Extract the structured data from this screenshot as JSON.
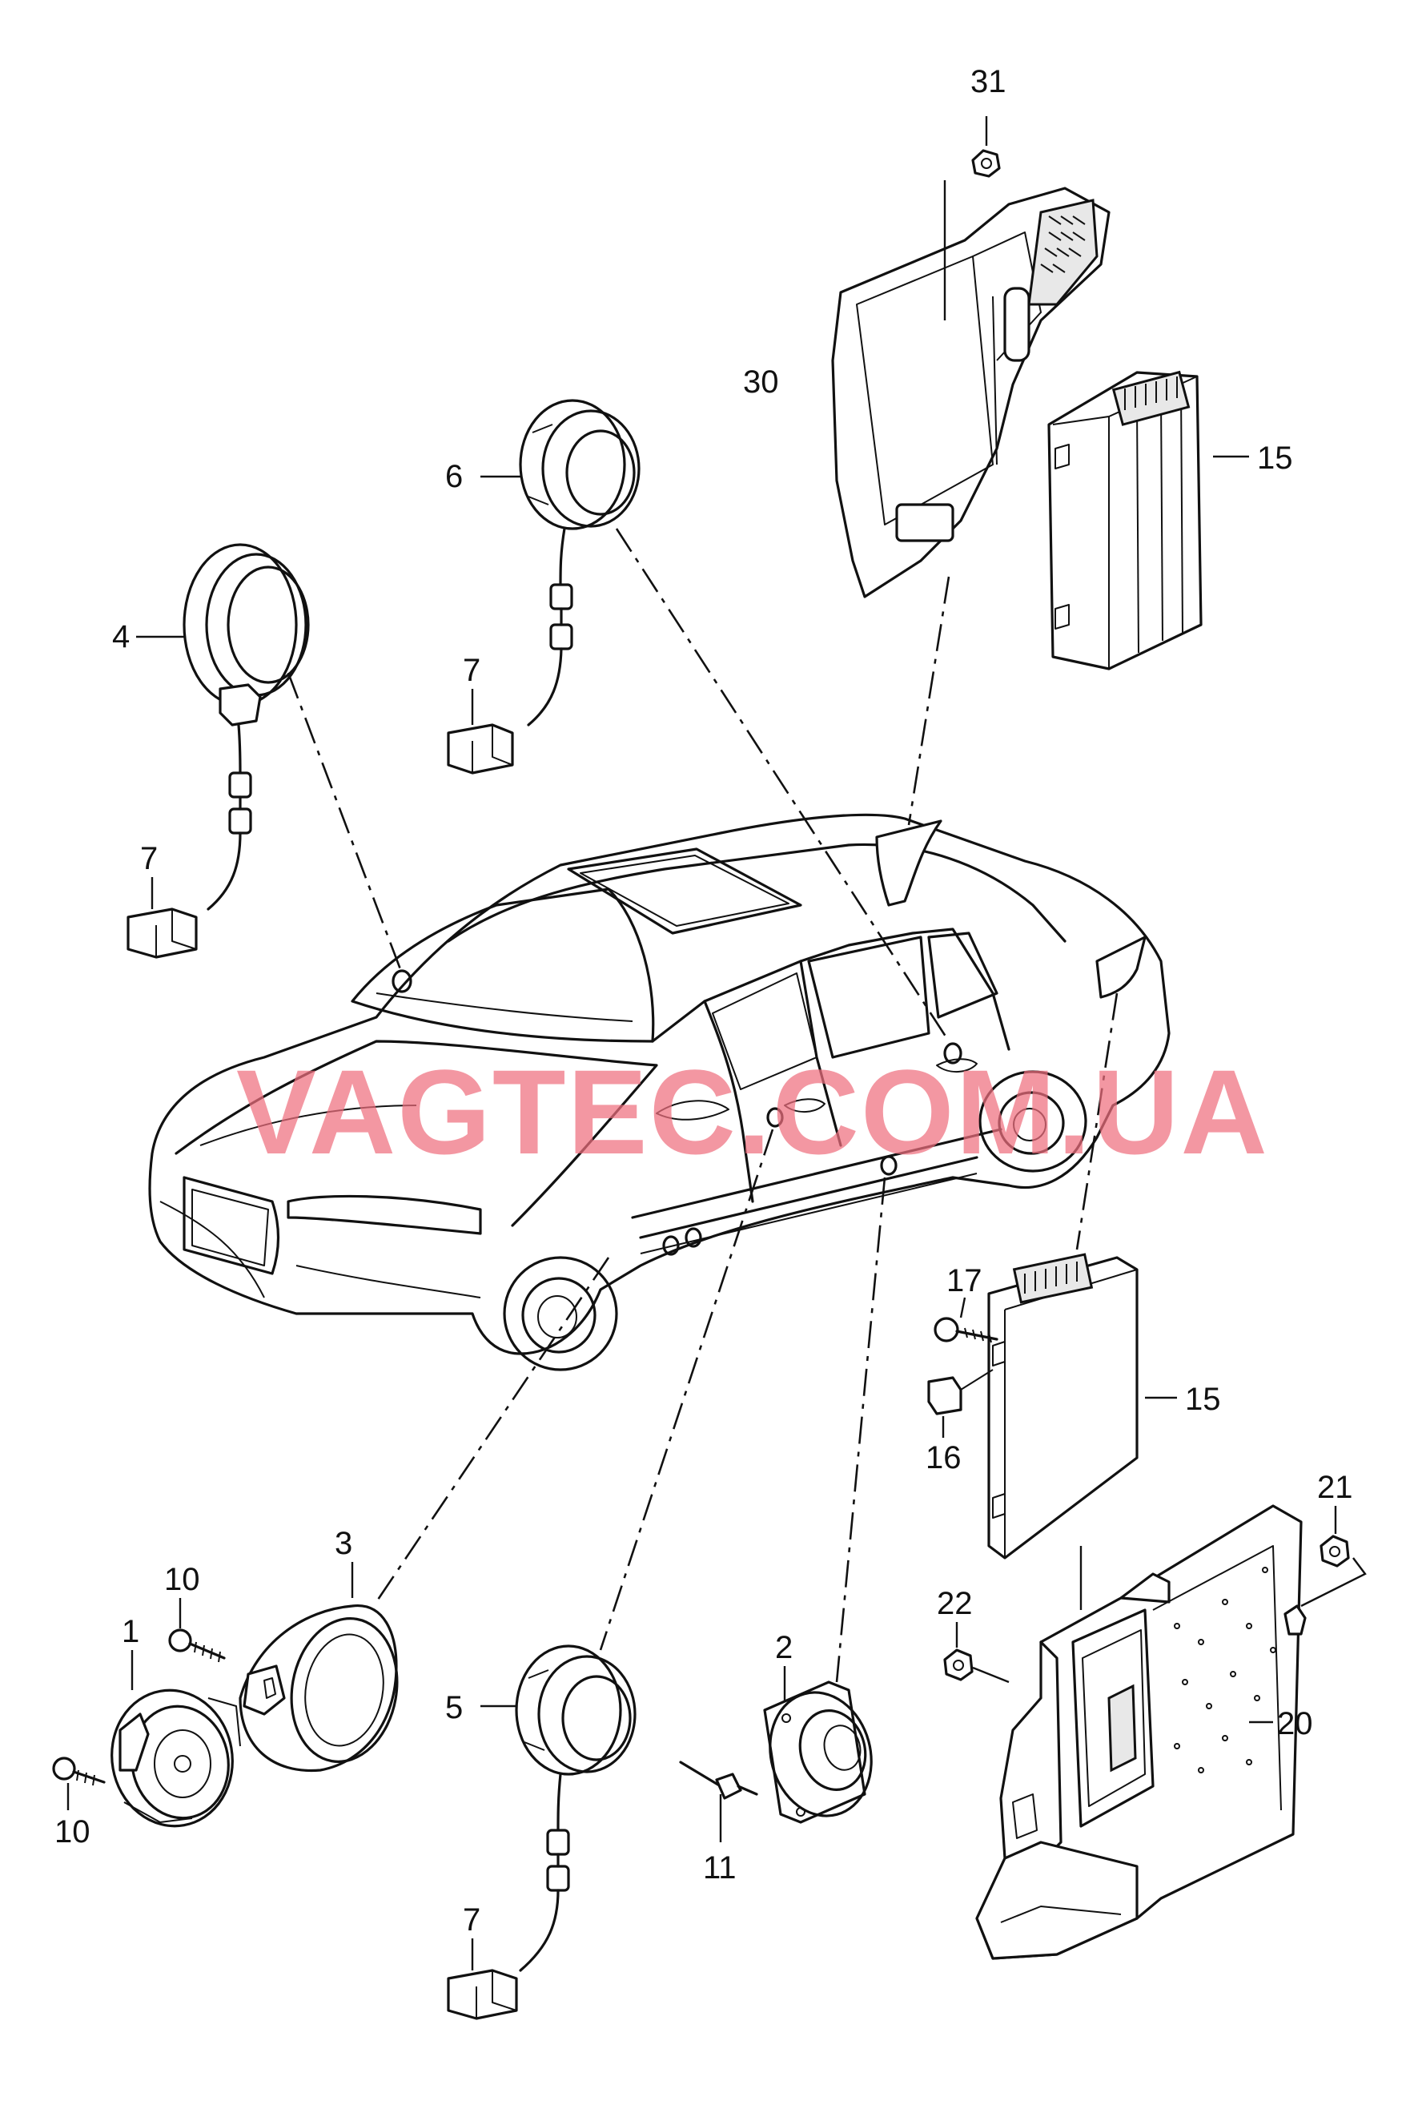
{
  "watermark": "VAGTEC.COM.UA",
  "callouts": {
    "c31": "31",
    "c30": "30",
    "c15a": "15",
    "c6": "6",
    "c4": "4",
    "c7a": "7",
    "c7b": "7",
    "c17": "17",
    "c15b": "15",
    "c16": "16",
    "c21": "21",
    "c10a": "10",
    "c3": "3",
    "c1": "1",
    "c10b": "10",
    "c2": "2",
    "c22": "22",
    "c5": "5",
    "c20": "20",
    "c11": "11",
    "c7c": "7"
  }
}
